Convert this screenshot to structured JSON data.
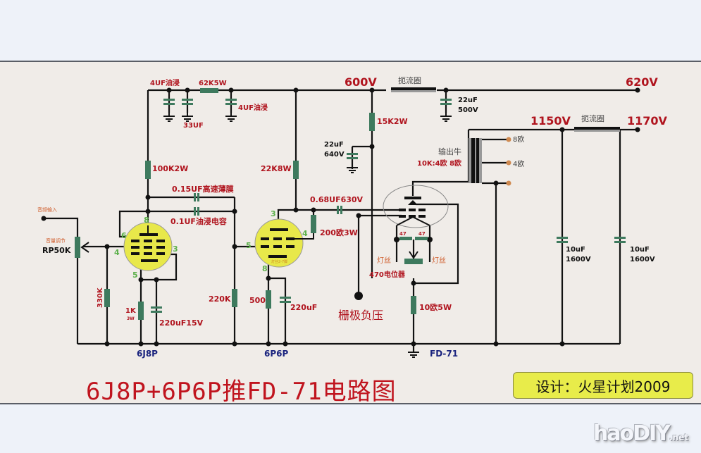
{
  "title": "6J8P+6P6P推FD-71电路图",
  "credit": "设计：火星计划2009",
  "watermark": {
    "main": "haoDIY",
    "suffix": ".net"
  },
  "colors": {
    "wire": "#111111",
    "label": "#b0141e",
    "component": "#3e7a5e",
    "tube_fill": "#e8e84a",
    "pin": "#5cb04a",
    "tube_name": "#1a237e",
    "terminal": "#d08a50"
  },
  "voltages": {
    "b1": "600V",
    "b2": "620V",
    "b3": "1150V",
    "b4": "1170V"
  },
  "choke_label_1": "扼流圈",
  "choke_label_2": "扼流圈",
  "supply": {
    "cap1": "4UF油浸",
    "cap2": "33UF",
    "res": "62K5W",
    "cap3": "4UF油浸",
    "cap_500": {
      "a": "22uF",
      "b": "500V"
    },
    "hv_cap1": {
      "a": "10uF",
      "b": "1600V"
    },
    "hv_cap2": {
      "a": "10uF",
      "b": "1600V"
    }
  },
  "stage1": {
    "tube": "6J8P",
    "input": "音频输入",
    "volume": "音量调节",
    "pot": "RP50K",
    "plate_res": "100K2W",
    "coupling_a": "0.15UF高速薄膜",
    "coupling_b": "0.1UF油浸电容",
    "grid_res": "330K",
    "cathode_res": "1K",
    "cathode_res_w": "3W",
    "cathode_cap": "220uF15V",
    "pins": {
      "p8": "8",
      "p6": "6",
      "p4": "4",
      "p3": "3",
      "p5": "5"
    }
  },
  "stage2": {
    "tube": "6P6P",
    "plate_res": "22K8W",
    "grid_res": "220K",
    "screen_res": "200欧3W",
    "cathode_res": "500",
    "cathode_cap": "220uF",
    "filament_note": "灯丝2-7脚",
    "coupling": "0.68UF630V",
    "pins": {
      "p3": "3",
      "p4": "4",
      "p5": "5",
      "p8": "8"
    }
  },
  "stage3": {
    "tube": "FD-71",
    "screen_res": "15K2W",
    "screen_cap": {
      "a": "22uF",
      "b": "640V"
    },
    "grid_bias": "栅极负压",
    "fil_r1": "47",
    "fil_r2": "47",
    "fil_left": "灯丝",
    "fil_right": "灯丝",
    "hum_pot": "470电位器",
    "cathode_res": "10欧5W",
    "ot_label": "输出牛",
    "ot_spec": "10K:4欧 8欧",
    "tap_8": "8欧",
    "tap_4": "4欧"
  }
}
